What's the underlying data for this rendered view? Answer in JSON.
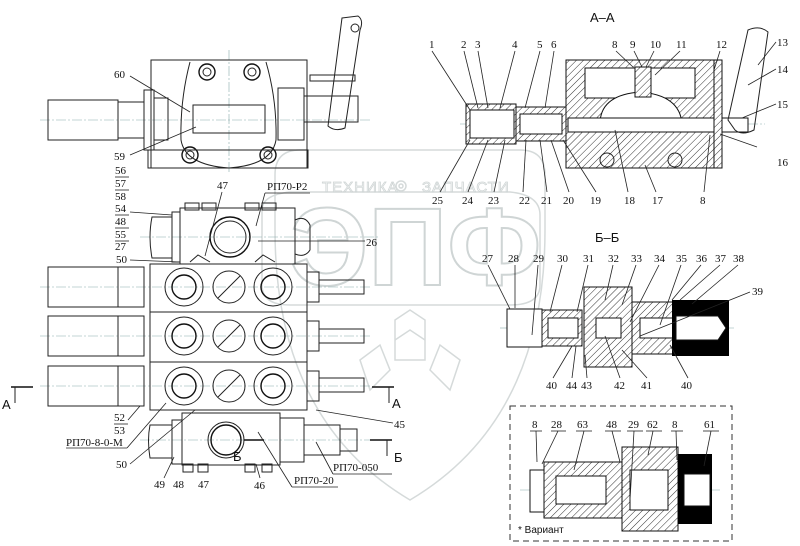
{
  "drawing": {
    "watermark": {
      "left_text": "ТЕХНИКА",
      "right_text": "ЗАПЧАСТИ",
      "logo_text": "ЭПФ"
    },
    "main_view": {
      "part_codes": {
        "top_section": "РП70-Р2",
        "work_section": "РП70-8-0-М",
        "bottom_section": "РП70-20",
        "bottom_valve": "РП70-050"
      },
      "section_marks": {
        "a_left": "А",
        "a_right": "А",
        "b_right": "Б",
        "b_inner": "Б"
      },
      "callouts": {
        "c60": "60",
        "c59": "59",
        "stack1": [
          "56",
          "57",
          "58"
        ],
        "stack2": [
          "54",
          "48",
          "55",
          "27"
        ],
        "c47_top": "47",
        "c26": "26",
        "c50_top": "50",
        "stack3": [
          "52",
          "53"
        ],
        "c50_bottom": "50",
        "c49": "49",
        "c48": "48",
        "c47_bottom": "47",
        "c46": "46",
        "c45": "45"
      }
    },
    "section_aa": {
      "title": "А–А",
      "top_labels": [
        "1",
        "2",
        "3",
        "4",
        "5",
        "6",
        "8",
        "9",
        "10",
        "11",
        "12",
        "13",
        "14",
        "15",
        "16"
      ],
      "bottom_labels": [
        "25",
        "24",
        "23",
        "22",
        "21",
        "20",
        "19",
        "18",
        "17",
        "8"
      ]
    },
    "section_bb": {
      "title": "Б–Б",
      "top_labels": [
        "27",
        "28",
        "29",
        "30",
        "31",
        "32",
        "33",
        "34",
        "35",
        "36",
        "37",
        "38",
        "39"
      ],
      "bottom_labels": [
        "40",
        "44",
        "43",
        "42",
        "41",
        "40"
      ]
    },
    "variant": {
      "labels": [
        "8",
        "28",
        "63",
        "48",
        "29",
        "62",
        "8",
        "61"
      ],
      "note": "* Вариант"
    }
  }
}
